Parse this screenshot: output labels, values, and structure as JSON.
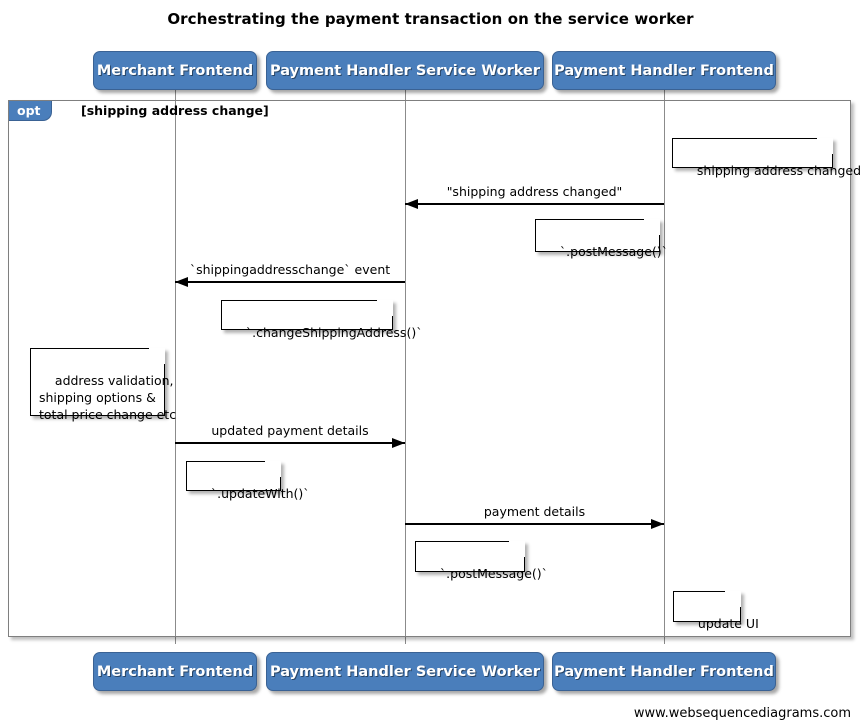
{
  "title": "Orchestrating the payment transaction on the service worker",
  "footer": "www.websequencediagrams.com",
  "theme": {
    "participant_fill": "#4a7ebb",
    "participant_border": "#3a6294",
    "participant_text": "#ffffff",
    "lifeline_color": "#8b8b8b",
    "fragment_border": "#7f7f7f",
    "note_fill": "#ffffff",
    "note_border": "#000000",
    "arrow_color": "#000000",
    "background": "#ffffff"
  },
  "participants": [
    {
      "id": "merchant-frontend",
      "label": "Merchant Frontend"
    },
    {
      "id": "payment-handler-service-worker",
      "label": "Payment Handler Service Worker"
    },
    {
      "id": "payment-handler-frontend",
      "label": "Payment Handler Frontend"
    }
  ],
  "fragment": {
    "type": "opt",
    "tag": "opt",
    "condition": "[shipping address change]"
  },
  "messages": [
    {
      "id": "shipping-address-changed",
      "label": "\"shipping address changed\"",
      "from": "payment-handler-frontend",
      "to": "payment-handler-service-worker",
      "direction": "left"
    },
    {
      "id": "shippingaddresschange-event",
      "label": "`shippingaddresschange` event",
      "from": "payment-handler-service-worker",
      "to": "merchant-frontend",
      "direction": "left"
    },
    {
      "id": "updated-payment-details",
      "label": "updated payment details",
      "from": "merchant-frontend",
      "to": "payment-handler-service-worker",
      "direction": "right"
    },
    {
      "id": "payment-details",
      "label": "payment details",
      "from": "payment-handler-service-worker",
      "to": "payment-handler-frontend",
      "direction": "right"
    }
  ],
  "notes": [
    {
      "id": "note-shipping-address-changed",
      "text": "shipping address changed",
      "over": "payment-handler-frontend"
    },
    {
      "id": "note-post-message-1",
      "text": "`.postMessage()`",
      "over": "payment-handler-frontend"
    },
    {
      "id": "note-change-shipping-address",
      "text": "`.changeShippingAddress()`",
      "over": "payment-handler-service-worker"
    },
    {
      "id": "note-address-validation",
      "text": "address validation,\nshipping options &\ntotal price change etc",
      "over": "merchant-frontend"
    },
    {
      "id": "note-update-with",
      "text": "`.updateWith()`",
      "over": "merchant-frontend"
    },
    {
      "id": "note-post-message-2",
      "text": "`.postMessage()`",
      "over": "payment-handler-service-worker"
    },
    {
      "id": "note-update-ui",
      "text": "update UI",
      "over": "payment-handler-frontend"
    }
  ]
}
